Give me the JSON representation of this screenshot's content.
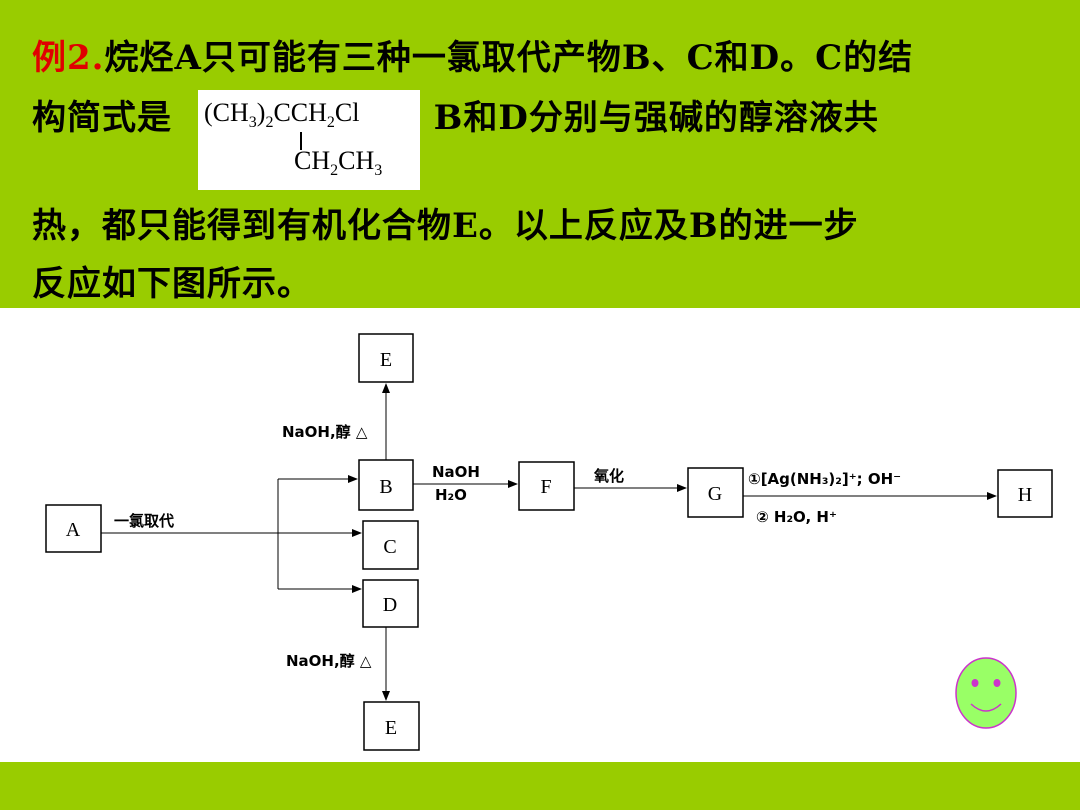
{
  "problem": {
    "label": "例2.",
    "line1": "烷烃A只可能有三种一氯取代产物B、C和D。C的结",
    "line2_before": "构简式是",
    "line2_after": ". B和D分别与强碱的醇溶液共",
    "line3": "热，都只能得到有机化合物E。以上反应及B的进一步",
    "line4": "反应如下图所示。"
  },
  "formula": {
    "row1_a": "(CH",
    "row1_sub1": "3",
    "row1_b": ")",
    "row1_sub2": "2",
    "row1_c": "CCH",
    "row1_sub3": "2",
    "row1_d": "Cl",
    "row2_a": "CH",
    "row2_sub1": "2",
    "row2_b": "CH",
    "row2_sub2": "3"
  },
  "diagram": {
    "nodes": {
      "A": "A",
      "B": "B",
      "C": "C",
      "D": "D",
      "E_top": "E",
      "E_bottom": "E",
      "F": "F",
      "G": "G",
      "H": "H"
    },
    "conditions": {
      "a_to_bcd": "一氯取代",
      "b_to_e": "NaOH,醇 △",
      "d_to_e": "NaOH,醇 △",
      "b_to_f_1": "NaOH",
      "b_to_f_2": "H₂O",
      "f_to_g": "氧化",
      "g_to_h_1": "①[Ag(NH₃)₂]⁺; OH⁻",
      "g_to_h_2": "② H₂O, H⁺"
    }
  },
  "colors": {
    "band": "#99cc00",
    "label_red": "#e00000",
    "smiley_fill": "#99ff66",
    "smiley_stroke": "#cc33cc"
  }
}
